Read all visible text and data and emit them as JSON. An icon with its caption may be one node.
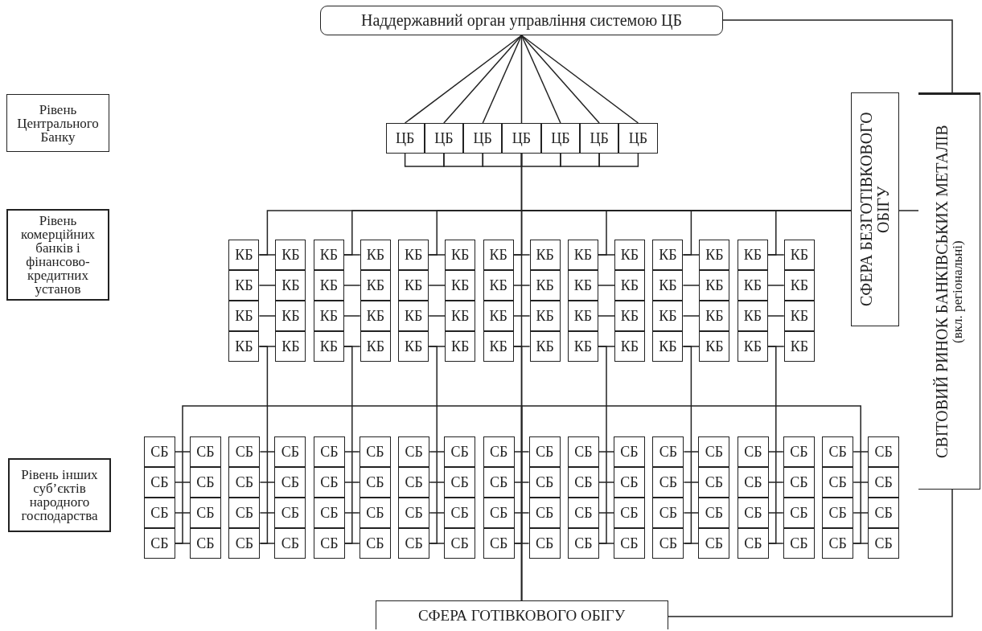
{
  "diagram": {
    "nodes": [
      {
        "text": [
          "Наддержавний орган управління системою ЦБ"
        ]
      },
      {
        "text": [
          "Рівень Центрального Банку"
        ]
      },
      {
        "text": [
          "Рівень комерційних банків і фінансово-кредитних установ"
        ]
      },
      {
        "text": [
          "Рівень інших суб’єктів народного господарства"
        ]
      },
      {
        "text": [
          "ЦБ"
        ]
      },
      {
        "text": [
          "ЦБ"
        ]
      },
      {
        "text": [
          "ЦБ"
        ]
      },
      {
        "text": [
          "ЦБ"
        ]
      },
      {
        "text": [
          "ЦБ"
        ]
      },
      {
        "text": [
          "ЦБ"
        ]
      },
      {
        "text": [
          "ЦБ"
        ]
      },
      {
        "text": [
          "КБ"
        ]
      },
      {
        "text": [
          "КБ"
        ]
      },
      {
        "text": [
          "КБ"
        ]
      },
      {
        "text": [
          "КБ"
        ]
      },
      {
        "text": [
          "КБ"
        ]
      },
      {
        "text": [
          "КБ"
        ]
      },
      {
        "text": [
          "КБ"
        ]
      },
      {
        "text": [
          "КБ"
        ]
      },
      {
        "text": [
          "КБ"
        ]
      },
      {
        "text": [
          "КБ"
        ]
      },
      {
        "text": [
          "КБ"
        ]
      },
      {
        "text": [
          "КБ"
        ]
      },
      {
        "text": [
          "КБ"
        ]
      },
      {
        "text": [
          "КБ"
        ]
      },
      {
        "text": [
          "КБ"
        ]
      },
      {
        "text": [
          "КБ"
        ]
      },
      {
        "text": [
          "КБ"
        ]
      },
      {
        "text": [
          "КБ"
        ]
      },
      {
        "text": [
          "КБ"
        ]
      },
      {
        "text": [
          "КБ"
        ]
      },
      {
        "text": [
          "КБ"
        ]
      },
      {
        "text": [
          "КБ"
        ]
      },
      {
        "text": [
          "КБ"
        ]
      },
      {
        "text": [
          "КБ"
        ]
      },
      {
        "text": [
          "КБ"
        ]
      },
      {
        "text": [
          "КБ"
        ]
      },
      {
        "text": [
          "КБ"
        ]
      },
      {
        "text": [
          "КБ"
        ]
      },
      {
        "text": [
          "КБ"
        ]
      },
      {
        "text": [
          "КБ"
        ]
      },
      {
        "text": [
          "КБ"
        ]
      },
      {
        "text": [
          "КБ"
        ]
      },
      {
        "text": [
          "КБ"
        ]
      },
      {
        "text": [
          "КБ"
        ]
      },
      {
        "text": [
          "КБ"
        ]
      },
      {
        "text": [
          "КБ"
        ]
      },
      {
        "text": [
          "КБ"
        ]
      },
      {
        "text": [
          "КБ"
        ]
      },
      {
        "text": [
          "КБ"
        ]
      },
      {
        "text": [
          "КБ"
        ]
      },
      {
        "text": [
          "КБ"
        ]
      },
      {
        "text": [
          "КБ"
        ]
      },
      {
        "text": [
          "КБ"
        ]
      },
      {
        "text": [
          "КБ"
        ]
      },
      {
        "text": [
          "КБ"
        ]
      },
      {
        "text": [
          "КБ"
        ]
      },
      {
        "text": [
          "КБ"
        ]
      },
      {
        "text": [
          "КБ"
        ]
      },
      {
        "text": [
          "КБ"
        ]
      },
      {
        "text": [
          "КБ"
        ]
      },
      {
        "text": [
          "КБ"
        ]
      },
      {
        "text": [
          "КБ"
        ]
      },
      {
        "text": [
          "КБ"
        ]
      },
      {
        "text": [
          "КБ"
        ]
      },
      {
        "text": [
          "КБ"
        ]
      },
      {
        "text": [
          "КБ"
        ]
      },
      {
        "text": [
          "СБ"
        ]
      },
      {
        "text": [
          "СБ"
        ]
      },
      {
        "text": [
          "СБ"
        ]
      },
      {
        "text": [
          "СБ"
        ]
      },
      {
        "text": [
          "СБ"
        ]
      },
      {
        "text": [
          "СБ"
        ]
      },
      {
        "text": [
          "СБ"
        ]
      },
      {
        "text": [
          "СБ"
        ]
      },
      {
        "text": [
          "СБ"
        ]
      },
      {
        "text": [
          "СБ"
        ]
      },
      {
        "text": [
          "СБ"
        ]
      },
      {
        "text": [
          "СБ"
        ]
      },
      {
        "text": [
          "СБ"
        ]
      },
      {
        "text": [
          "СБ"
        ]
      },
      {
        "text": [
          "СБ"
        ]
      },
      {
        "text": [
          "СБ"
        ]
      },
      {
        "text": [
          "СБ"
        ]
      },
      {
        "text": [
          "СБ"
        ]
      },
      {
        "text": [
          "СБ"
        ]
      },
      {
        "text": [
          "СБ"
        ]
      },
      {
        "text": [
          "СБ"
        ]
      },
      {
        "text": [
          "СБ"
        ]
      },
      {
        "text": [
          "СБ"
        ]
      },
      {
        "text": [
          "СБ"
        ]
      },
      {
        "text": [
          "СБ"
        ]
      },
      {
        "text": [
          "СБ"
        ]
      },
      {
        "text": [
          "СБ"
        ]
      },
      {
        "text": [
          "СБ"
        ]
      },
      {
        "text": [
          "СБ"
        ]
      },
      {
        "text": [
          "СБ"
        ]
      },
      {
        "text": [
          "СБ"
        ]
      },
      {
        "text": [
          "СБ"
        ]
      },
      {
        "text": [
          "СБ"
        ]
      },
      {
        "text": [
          "СБ"
        ]
      },
      {
        "text": [
          "СБ"
        ]
      },
      {
        "text": [
          "СБ"
        ]
      },
      {
        "text": [
          "СБ"
        ]
      },
      {
        "text": [
          "СБ"
        ]
      },
      {
        "text": [
          "СБ"
        ]
      },
      {
        "text": [
          "СБ"
        ]
      },
      {
        "text": [
          "СБ"
        ]
      },
      {
        "text": [
          "СБ"
        ]
      },
      {
        "text": [
          "СБ"
        ]
      },
      {
        "text": [
          "СБ"
        ]
      },
      {
        "text": [
          "СБ"
        ]
      },
      {
        "text": [
          "СБ"
        ]
      },
      {
        "text": [
          "СБ"
        ]
      },
      {
        "text": [
          "СБ"
        ]
      },
      {
        "text": [
          "СБ"
        ]
      },
      {
        "text": [
          "СБ"
        ]
      },
      {
        "text": [
          "СБ"
        ]
      },
      {
        "text": [
          "СБ"
        ]
      },
      {
        "text": [
          "СБ"
        ]
      },
      {
        "text": [
          "СБ"
        ]
      },
      {
        "text": [
          "СБ"
        ]
      },
      {
        "text": [
          "СБ"
        ]
      },
      {
        "text": [
          "СБ"
        ]
      },
      {
        "text": [
          "СБ"
        ]
      },
      {
        "text": [
          "СБ"
        ]
      },
      {
        "text": [
          "СБ"
        ]
      },
      {
        "text": [
          "СБ"
        ]
      },
      {
        "text": [
          "СБ"
        ]
      },
      {
        "text": [
          "СБ"
        ]
      },
      {
        "text": [
          "СБ"
        ]
      },
      {
        "text": [
          "СБ"
        ]
      },
      {
        "text": [
          "СБ"
        ]
      },
      {
        "text": [
          "СБ"
        ]
      },
      {
        "text": [
          "СБ"
        ]
      },
      {
        "text": [
          "СБ"
        ]
      },
      {
        "text": [
          "СБ"
        ]
      },
      {
        "text": [
          "СБ"
        ]
      },
      {
        "text": [
          "СБ"
        ]
      },
      {
        "text": [
          "СФЕРА БЕЗГОТІВКОВОГО ОБІГУ"
        ]
      },
      {
        "text": [
          "СВІТОВИЙ РИНОК БАНКІВСЬКИХ МЕТАЛІВ",
          "(вкл. регіональні)"
        ]
      },
      {
        "text": [
          "СФЕРА ГОТІВКОВОГО ОБІГУ"
        ]
      }
    ],
    "edges": [
      {
        "from": 0,
        "to": 4,
        "arrow": "none"
      },
      {
        "from": 0,
        "to": 5,
        "arrow": "none"
      },
      {
        "from": 0,
        "to": 6,
        "arrow": "none"
      },
      {
        "from": 0,
        "to": 7,
        "arrow": "none"
      },
      {
        "from": 0,
        "to": 8,
        "arrow": "none"
      },
      {
        "from": 0,
        "to": 9,
        "arrow": "none"
      },
      {
        "from": 0,
        "to": 10,
        "arrow": "none"
      },
      {
        "from": 4,
        "to": 5,
        "arrow": "none"
      },
      {
        "from": 5,
        "to": 6,
        "arrow": "none"
      },
      {
        "from": 6,
        "to": 7,
        "arrow": "none"
      },
      {
        "from": 7,
        "to": 8,
        "arrow": "none"
      },
      {
        "from": 8,
        "to": 9,
        "arrow": "none"
      },
      {
        "from": 9,
        "to": 10,
        "arrow": "none"
      },
      {
        "from": 7,
        "to": 141,
        "arrow": "none"
      },
      {
        "from": 7,
        "to": 139,
        "arrow": "none"
      },
      {
        "from": 139,
        "to": 140,
        "arrow": "none"
      },
      {
        "from": 0,
        "to": 140,
        "arrow": "none"
      },
      {
        "from": 141,
        "to": 140,
        "arrow": "none"
      },
      {
        "from": 139,
        "to": 11,
        "arrow": "none"
      },
      {
        "from": 139,
        "to": 13,
        "arrow": "none"
      },
      {
        "from": 139,
        "to": 15,
        "arrow": "none"
      },
      {
        "from": 139,
        "to": 17,
        "arrow": "none"
      },
      {
        "from": 139,
        "to": 19,
        "arrow": "none"
      },
      {
        "from": 139,
        "to": 21,
        "arrow": "none"
      },
      {
        "from": 139,
        "to": 23,
        "arrow": "none"
      },
      {
        "from": 11,
        "to": 12,
        "arrow": "none"
      },
      {
        "from": 13,
        "to": 14,
        "arrow": "none"
      },
      {
        "from": 15,
        "to": 16,
        "arrow": "none"
      },
      {
        "from": 17,
        "to": 18,
        "arrow": "none"
      },
      {
        "from": 19,
        "to": 20,
        "arrow": "none"
      },
      {
        "from": 21,
        "to": 22,
        "arrow": "none"
      },
      {
        "from": 23,
        "to": 24,
        "arrow": "none"
      },
      {
        "from": 25,
        "to": 26,
        "arrow": "none"
      },
      {
        "from": 27,
        "to": 28,
        "arrow": "none"
      },
      {
        "from": 29,
        "to": 30,
        "arrow": "none"
      },
      {
        "from": 31,
        "to": 32,
        "arrow": "none"
      },
      {
        "from": 33,
        "to": 34,
        "arrow": "none"
      },
      {
        "from": 35,
        "to": 36,
        "arrow": "none"
      },
      {
        "from": 37,
        "to": 38,
        "arrow": "none"
      },
      {
        "from": 39,
        "to": 40,
        "arrow": "none"
      },
      {
        "from": 41,
        "to": 42,
        "arrow": "none"
      },
      {
        "from": 43,
        "to": 44,
        "arrow": "none"
      },
      {
        "from": 45,
        "to": 46,
        "arrow": "none"
      },
      {
        "from": 47,
        "to": 48,
        "arrow": "none"
      },
      {
        "from": 49,
        "to": 50,
        "arrow": "none"
      },
      {
        "from": 51,
        "to": 52,
        "arrow": "none"
      },
      {
        "from": 53,
        "to": 54,
        "arrow": "none"
      },
      {
        "from": 55,
        "to": 56,
        "arrow": "none"
      },
      {
        "from": 57,
        "to": 58,
        "arrow": "none"
      },
      {
        "from": 59,
        "to": 60,
        "arrow": "none"
      },
      {
        "from": 61,
        "to": 62,
        "arrow": "none"
      },
      {
        "from": 63,
        "to": 64,
        "arrow": "none"
      },
      {
        "from": 65,
        "to": 66,
        "arrow": "none"
      },
      {
        "from": 53,
        "to": 123,
        "arrow": "none"
      },
      {
        "from": 55,
        "to": 125,
        "arrow": "none"
      },
      {
        "from": 57,
        "to": 127,
        "arrow": "none"
      },
      {
        "from": 59,
        "to": 129,
        "arrow": "none"
      },
      {
        "from": 61,
        "to": 131,
        "arrow": "none"
      },
      {
        "from": 63,
        "to": 133,
        "arrow": "none"
      },
      {
        "from": 65,
        "to": 135,
        "arrow": "none"
      },
      {
        "from": 141,
        "to": 121,
        "arrow": "none"
      },
      {
        "from": 141,
        "to": 137,
        "arrow": "none"
      },
      {
        "from": 67,
        "to": 68,
        "arrow": "none"
      },
      {
        "from": 69,
        "to": 70,
        "arrow": "none"
      },
      {
        "from": 71,
        "to": 72,
        "arrow": "none"
      },
      {
        "from": 73,
        "to": 74,
        "arrow": "none"
      },
      {
        "from": 75,
        "to": 76,
        "arrow": "none"
      },
      {
        "from": 77,
        "to": 78,
        "arrow": "none"
      },
      {
        "from": 79,
        "to": 80,
        "arrow": "none"
      },
      {
        "from": 81,
        "to": 82,
        "arrow": "none"
      },
      {
        "from": 83,
        "to": 84,
        "arrow": "none"
      },
      {
        "from": 85,
        "to": 86,
        "arrow": "none"
      },
      {
        "from": 87,
        "to": 88,
        "arrow": "none"
      },
      {
        "from": 89,
        "to": 90,
        "arrow": "none"
      },
      {
        "from": 91,
        "to": 92,
        "arrow": "none"
      },
      {
        "from": 93,
        "to": 94,
        "arrow": "none"
      },
      {
        "from": 95,
        "to": 96,
        "arrow": "none"
      },
      {
        "from": 97,
        "to": 98,
        "arrow": "none"
      },
      {
        "from": 99,
        "to": 100,
        "arrow": "none"
      },
      {
        "from": 101,
        "to": 102,
        "arrow": "none"
      },
      {
        "from": 103,
        "to": 104,
        "arrow": "none"
      },
      {
        "from": 105,
        "to": 106,
        "arrow": "none"
      },
      {
        "from": 107,
        "to": 108,
        "arrow": "none"
      },
      {
        "from": 109,
        "to": 110,
        "arrow": "none"
      },
      {
        "from": 111,
        "to": 112,
        "arrow": "none"
      },
      {
        "from": 113,
        "to": 114,
        "arrow": "none"
      },
      {
        "from": 115,
        "to": 116,
        "arrow": "none"
      },
      {
        "from": 117,
        "to": 118,
        "arrow": "none"
      },
      {
        "from": 119,
        "to": 120,
        "arrow": "none"
      },
      {
        "from": 121,
        "to": 122,
        "arrow": "none"
      },
      {
        "from": 123,
        "to": 124,
        "arrow": "none"
      },
      {
        "from": 125,
        "to": 126,
        "arrow": "none"
      },
      {
        "from": 127,
        "to": 128,
        "arrow": "none"
      },
      {
        "from": 129,
        "to": 130,
        "arrow": "none"
      },
      {
        "from": 131,
        "to": 132,
        "arrow": "none"
      },
      {
        "from": 133,
        "to": 134,
        "arrow": "none"
      },
      {
        "from": 135,
        "to": 136,
        "arrow": "none"
      },
      {
        "from": 137,
        "to": 138,
        "arrow": "none"
      }
    ]
  }
}
